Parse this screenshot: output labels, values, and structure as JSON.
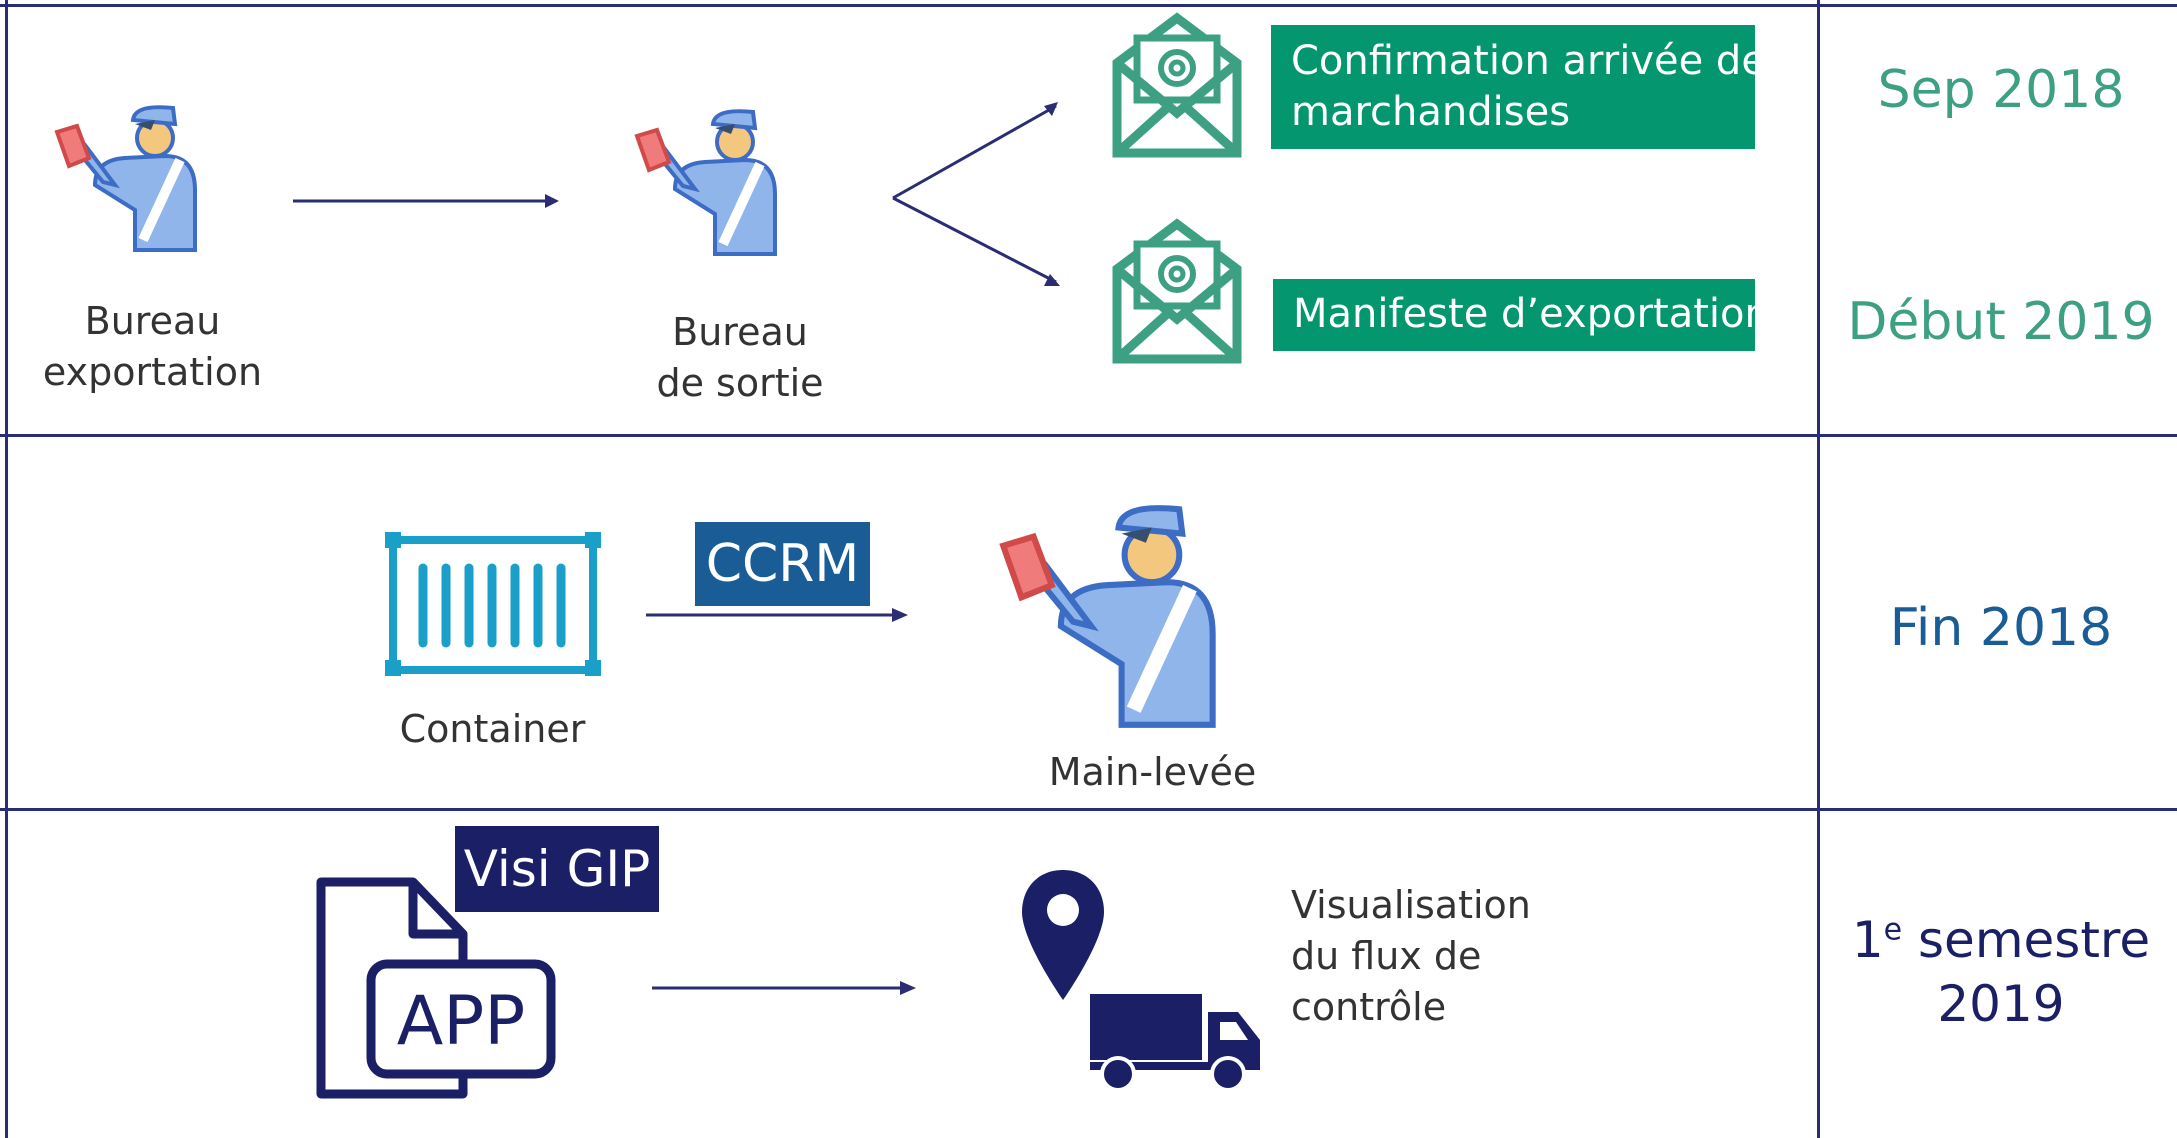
{
  "row1": {
    "start_label_line1": "Bureau",
    "start_label_line2": "exportation",
    "mid_label_line1": "Bureau",
    "mid_label_line2": "de sortie",
    "msg1": "Confirmation arrivée des marchandises",
    "msg1_line1": "Confirmation arrivée des",
    "msg1_line2": "marchandises",
    "msg2": "Manifeste d’exportation",
    "date1": "Sep 2018",
    "date2": "Début 2019"
  },
  "row2": {
    "container_label": "Container",
    "tag": "CCRM",
    "officer_label": "Main-levée",
    "date": "Fin 2018"
  },
  "row3": {
    "app_tag": "Visi GIP",
    "app_icon_text": "APP",
    "desc_line1": "Visualisation",
    "desc_line2": "du flux de",
    "desc_line3": "contrôle",
    "date_num": "1",
    "date_sup": "e",
    "date_rest": " semestre",
    "date_line2": "2019"
  },
  "colors": {
    "border": "#2a2d74",
    "green_tag": "#03966f",
    "green_date": "#3ea083",
    "blue_tag": "#1a5d96",
    "blue_date": "#1a5d96",
    "navy": "#1a1f66",
    "officer_body": "#8fb5ea",
    "officer_outline": "#3d6cc4",
    "officer_face": "#f4c77e",
    "officer_book": "#f07b7b",
    "container": "#1aa0c8",
    "envelope": "#3ea083"
  },
  "icons": {
    "officer": "customs-officer-icon",
    "envelope": "email-envelope-icon",
    "container": "shipping-container-icon",
    "app": "app-file-icon",
    "pin": "location-pin-icon",
    "truck": "truck-icon"
  }
}
